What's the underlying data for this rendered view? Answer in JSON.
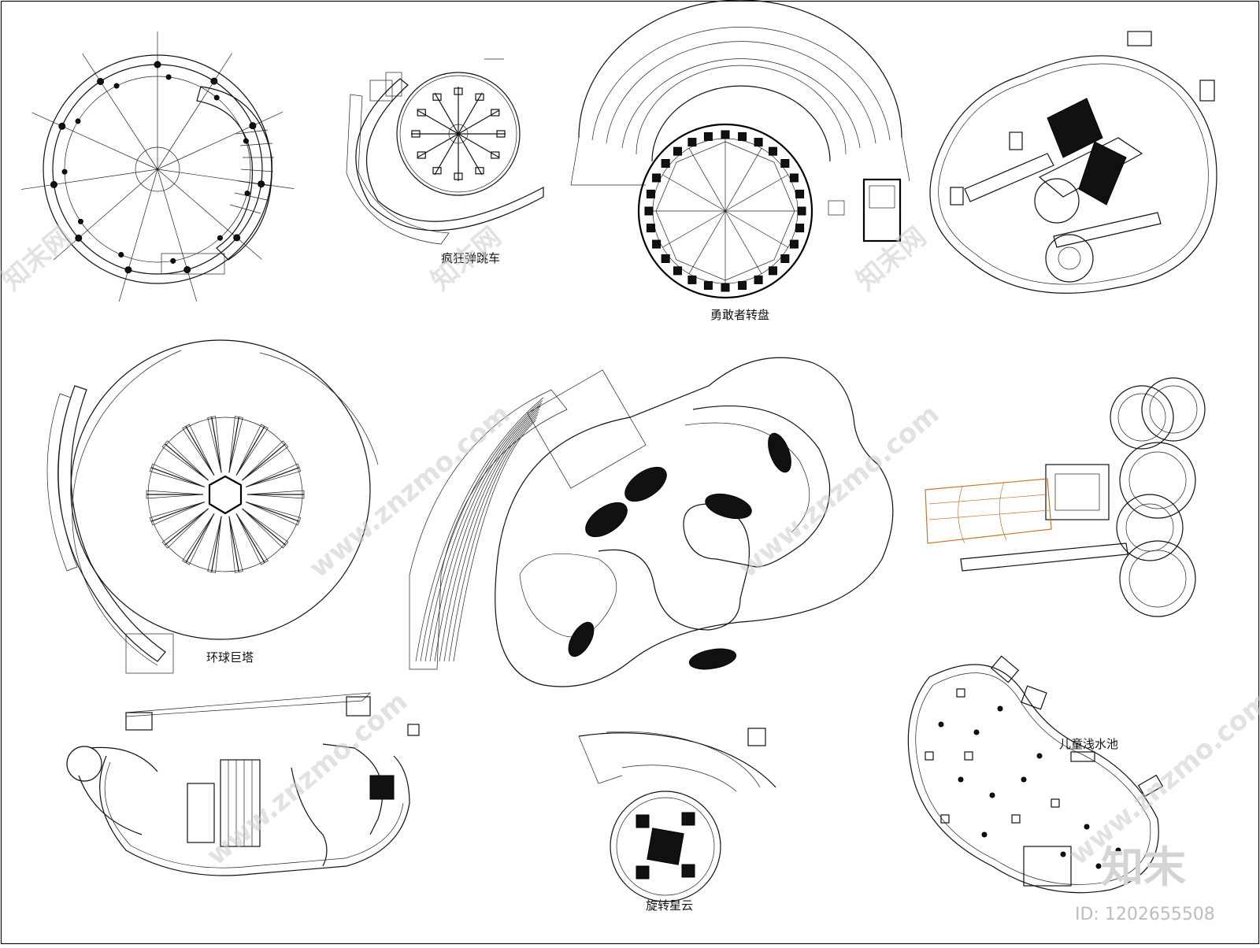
{
  "titles": {
    "crazy_bumper": "疯狂弹跳车",
    "brave_turntable": "勇敢者转盘",
    "global_tower": "环球巨塔",
    "spin_nebula": "旋转星云",
    "kids_pool": "儿童浅水池"
  },
  "watermark": {
    "text": "www.znzmo.com",
    "brand": "知末网",
    "logo": "知末",
    "id": "ID: 1202655508"
  },
  "colors": {
    "line": "#111111",
    "accent": "#c8742a",
    "watermark": "#cccccc"
  }
}
